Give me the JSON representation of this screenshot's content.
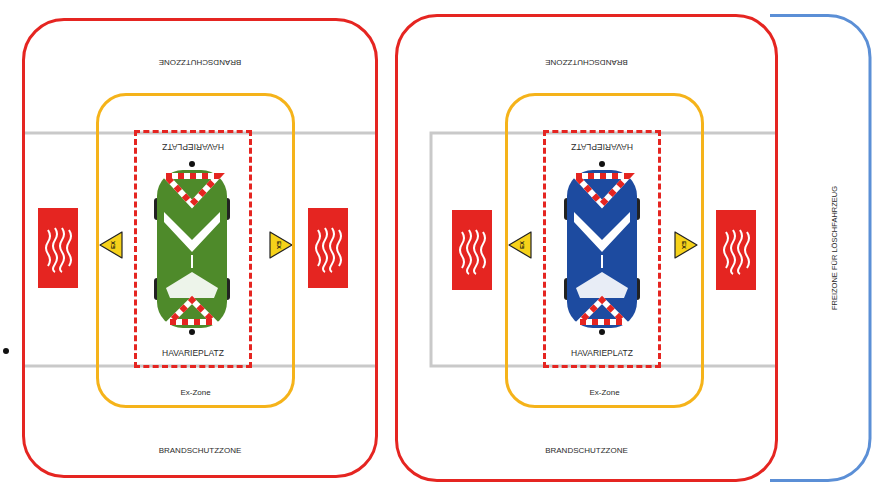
{
  "diagram": {
    "nodes": [
      {
        "text": [
          "BRANDSCHUTZZONE",
          "BRANDSCHUTZZONE"
        ]
      },
      {
        "text": [
          "Ex-Zone"
        ],
        "in": 0
      },
      {
        "text": [
          "HAVARIEPLATZ",
          "HAVARIEPLATZ"
        ],
        "in": 1
      },
      {
        "text": [
          "BRANDSCHUTZZONE",
          "BRANDSCHUTZZONE"
        ]
      },
      {
        "text": [
          "Ex-Zone"
        ],
        "in": 3
      },
      {
        "text": [
          "HAVARIEPLATZ",
          "HAVARIEPLATZ"
        ],
        "in": 4
      },
      {
        "text": [
          "FREIZONE FÜR LÖSCHFAHRZEUG"
        ]
      }
    ],
    "labels": [
      "EX",
      "EX",
      "EX",
      "EX"
    ]
  }
}
